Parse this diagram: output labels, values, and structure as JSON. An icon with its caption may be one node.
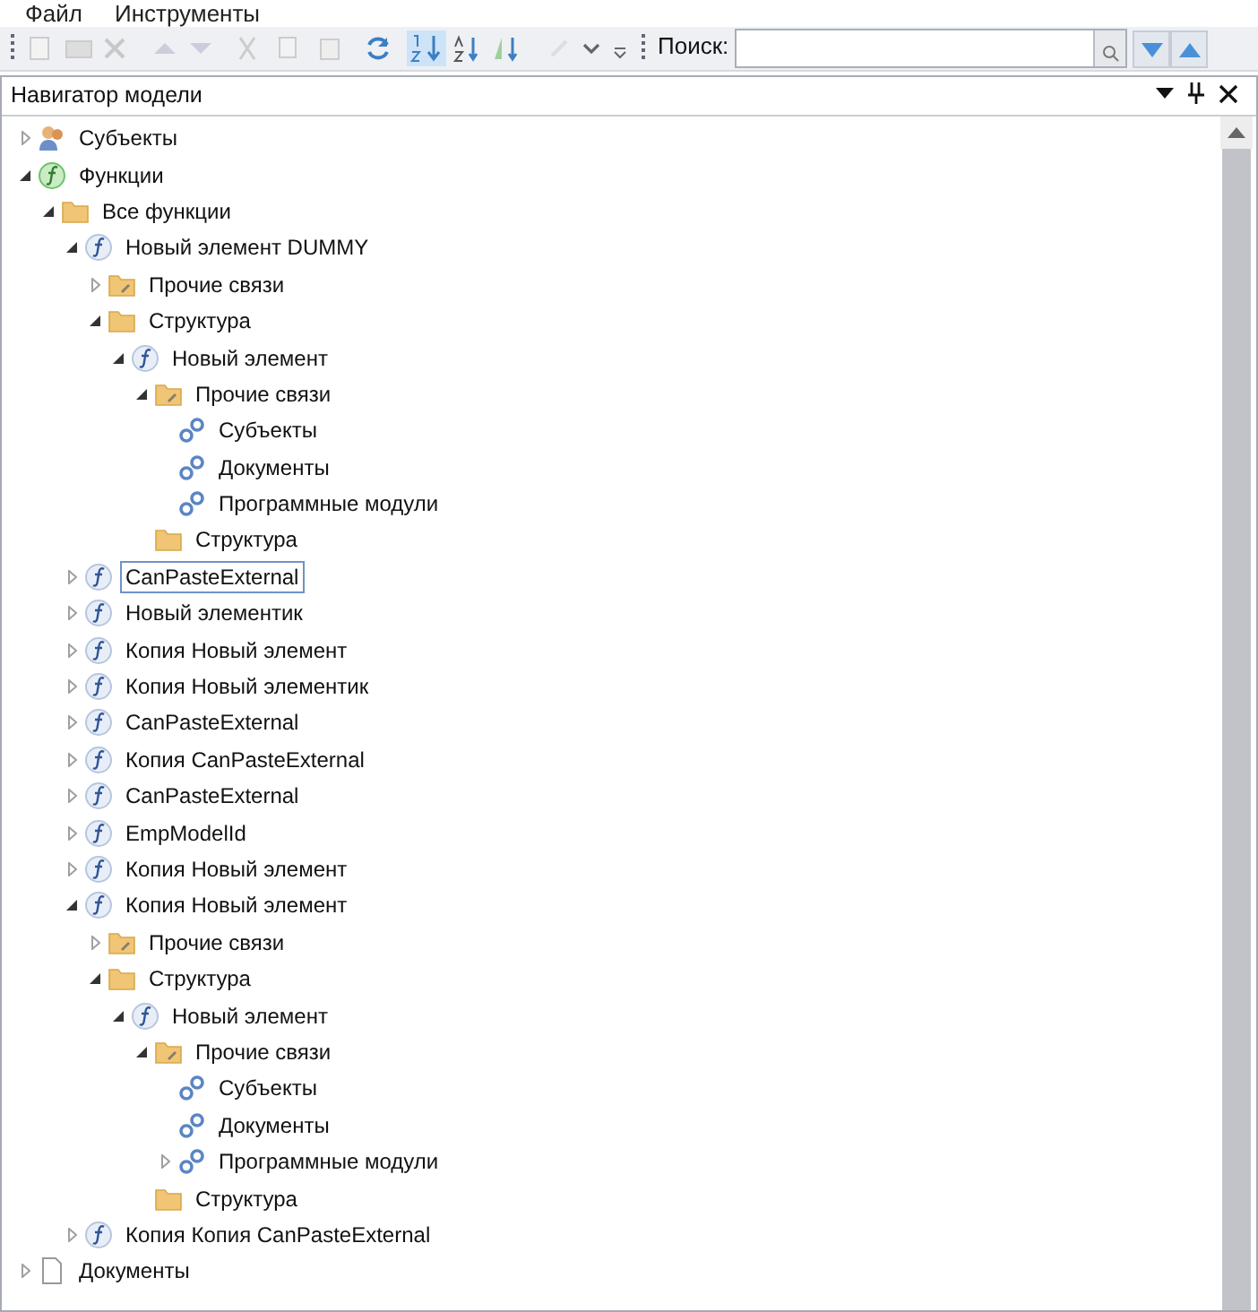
{
  "diagram": {
    "labels": [
      "Файл",
      "Инструменты",
      "Поиск:",
      "Навигатор модели",
      "Субъекты",
      "Функции",
      "Все функции",
      "Новый элемент DUMMY",
      "Прочие связи",
      "Структура",
      "Новый элемент",
      "Прочие связи",
      "Субъекты",
      "Документы",
      "Программные модули",
      "Структура",
      "CanPasteExternal",
      "Новый элементик",
      "Копия Новый элемент",
      "Копия Новый элементик",
      "CanPasteExternal",
      "Копия CanPasteExternal",
      "CanPasteExternal",
      "EmpModelId",
      "Копия Новый элемент",
      "Копия Новый элемент",
      "Прочие связи",
      "Структура",
      "Новый элемент",
      "Прочие связи",
      "Субъекты",
      "Документы",
      "Программные модули",
      "Структура",
      "Копия Копия CanPasteExternal",
      "Документы"
    ]
  }
}
